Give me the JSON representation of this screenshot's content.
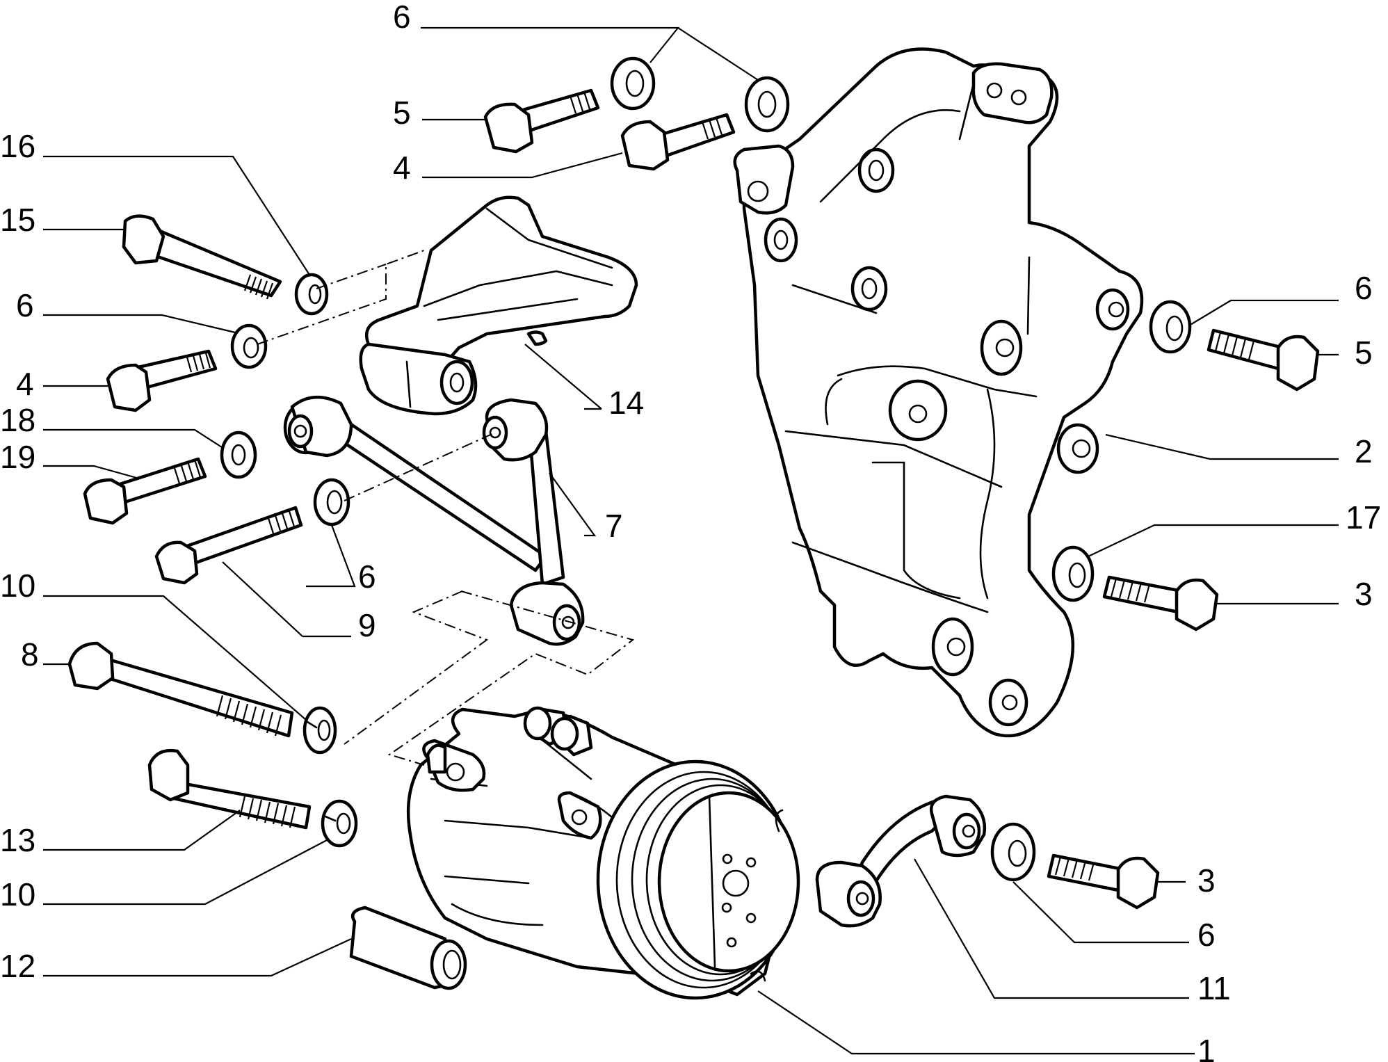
{
  "callouts": [
    {
      "id": "c-6-top",
      "text": "6"
    },
    {
      "id": "c-5-top",
      "text": "5"
    },
    {
      "id": "c-4-top",
      "text": "4"
    },
    {
      "id": "c-16",
      "text": "16"
    },
    {
      "id": "c-15",
      "text": "15"
    },
    {
      "id": "c-6-left",
      "text": "6"
    },
    {
      "id": "c-4-left",
      "text": "4"
    },
    {
      "id": "c-18",
      "text": "18"
    },
    {
      "id": "c-19",
      "text": "19"
    },
    {
      "id": "c-14",
      "text": "14"
    },
    {
      "id": "c-7",
      "text": "7"
    },
    {
      "id": "c-6-mid",
      "text": "6"
    },
    {
      "id": "c-9",
      "text": "9"
    },
    {
      "id": "c-10-upper",
      "text": "10"
    },
    {
      "id": "c-8",
      "text": "8"
    },
    {
      "id": "c-13",
      "text": "13"
    },
    {
      "id": "c-10-lower",
      "text": "10"
    },
    {
      "id": "c-12",
      "text": "12"
    },
    {
      "id": "c-6-right",
      "text": "6"
    },
    {
      "id": "c-5-right",
      "text": "5"
    },
    {
      "id": "c-2",
      "text": "2"
    },
    {
      "id": "c-17",
      "text": "17"
    },
    {
      "id": "c-3-upper",
      "text": "3"
    },
    {
      "id": "c-3-lower",
      "text": "3"
    },
    {
      "id": "c-6-lower",
      "text": "6"
    },
    {
      "id": "c-11",
      "text": "11"
    },
    {
      "id": "c-1",
      "text": "1"
    }
  ]
}
